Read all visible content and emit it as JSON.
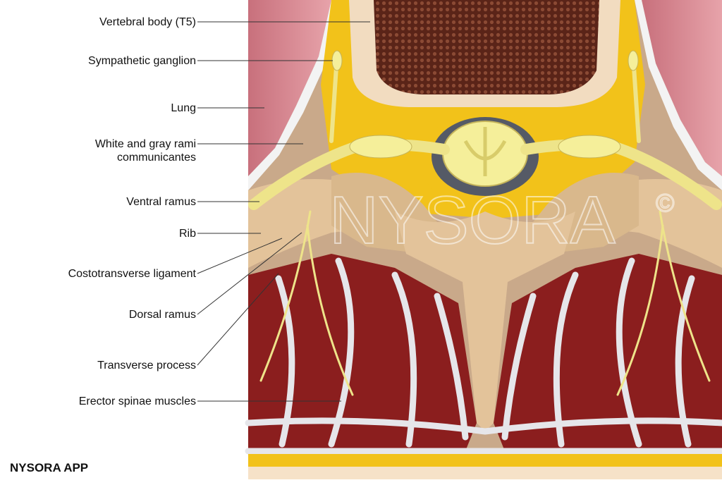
{
  "labels": {
    "vertebral_body": "Vertebral body (T5)",
    "sympathetic_ganglion": "Sympathetic ganglion",
    "lung": "Lung",
    "rami_line1": "White and gray rami",
    "rami_line2": "communicantes",
    "ventral_ramus": "Ventral ramus",
    "rib": "Rib",
    "costotransverse_ligament": "Costotransverse ligament",
    "dorsal_ramus": "Dorsal ramus",
    "transverse_process": "Transverse process",
    "erector_spinae": "Erector spinae muscles"
  },
  "watermark": "NYSORA",
  "watermark_symbol": "©",
  "footer": "NYSORA APP",
  "colors": {
    "muscle": "#8b1e1e",
    "fascia": "#e6e6ea",
    "bone": "#e3c39a",
    "nerve": "#eee48a",
    "fat": "#f2c21a",
    "lung": "#d98a94"
  }
}
